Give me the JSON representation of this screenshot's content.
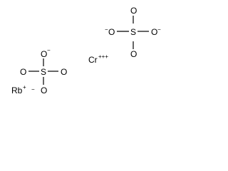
{
  "ions": {
    "sulfate_a": {
      "sulfur": "S",
      "oxygens": [
        "O",
        "O",
        "O",
        "O"
      ],
      "charge_top": "−",
      "charge_right": "−"
    },
    "sulfate_b": {
      "sulfur": "S",
      "oxygens": [
        "O",
        "O",
        "O",
        "O"
      ],
      "charge_top": "−",
      "charge_bottom": "−"
    },
    "chromium": {
      "symbol": "Cr",
      "charge": "+++"
    },
    "rubidium": {
      "symbol": "Rb",
      "charge": "+"
    }
  }
}
